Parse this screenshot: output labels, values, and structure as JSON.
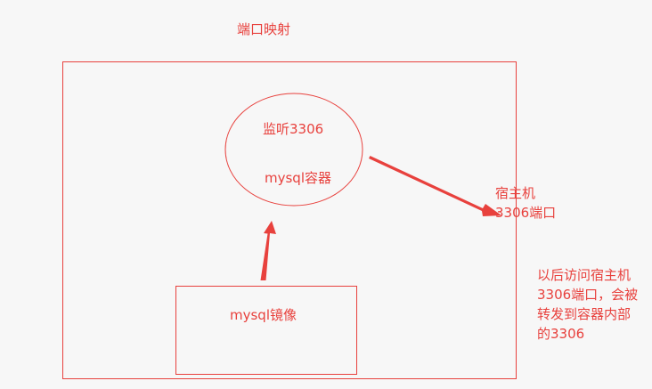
{
  "title": "端口映射",
  "container": {
    "listen_label": "监听3306",
    "name_label": "mysql容器"
  },
  "image": {
    "label": "mysql镜像"
  },
  "host": {
    "line1": "宿主机",
    "line2": "3306端口"
  },
  "note": {
    "line1": "以后访问宿主机",
    "line2": "3306端口，会被",
    "line3": "转发到容器内部",
    "line4": "的3306"
  },
  "colors": {
    "accent": "#e8413d",
    "background": "#f7f7f7"
  }
}
